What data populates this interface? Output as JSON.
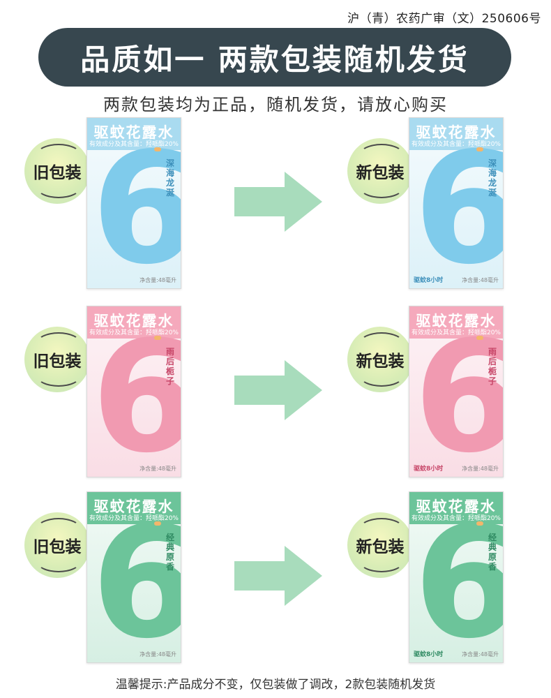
{
  "approval": "沪（青）农药广审（文）250606号",
  "banner": "品质如一 两款包装随机发货",
  "subtitle": "两款包装均为正品，随机发货，请放心购买",
  "product_name": "驱蚊花露水",
  "spec": "有效成分及其含量：羟哌酯20%",
  "digit": "6",
  "net_content": "净含量:48毫升",
  "effect": "驱蚊8小时",
  "old_label": "旧包装",
  "new_label": "新包装",
  "rows": [
    {
      "scent": "深海龙涎",
      "color": "#7fcbeb"
    },
    {
      "scent": "雨后栀子",
      "color": "#f19ab1"
    },
    {
      "scent": "经典原香",
      "color": "#6cc49a"
    }
  ],
  "arrow_color": "#a8dcbc",
  "footer": "温馨提示:产品成分不变，仅包装做了调改，2款包装随机发货"
}
